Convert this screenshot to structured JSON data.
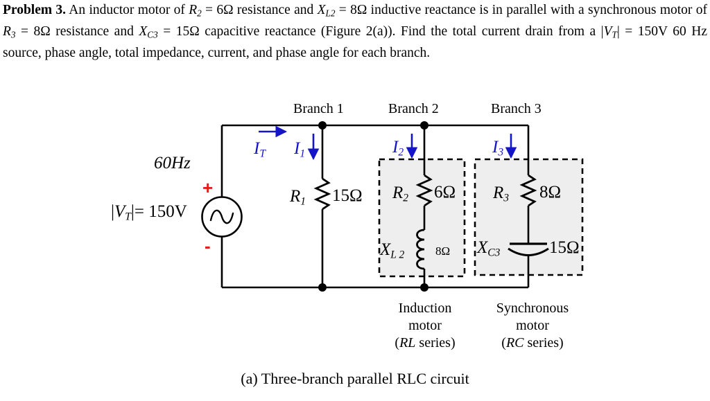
{
  "problem": {
    "lead": "Problem 3.",
    "text_parts": {
      "p1": " An inductor motor of ",
      "R2": "R",
      "R2_sub": "2",
      "p2": " = 6Ω resistance and ",
      "XL2": "X",
      "XL2_sub": "L2",
      "p3": " = 8Ω inductive reactance is in parallel with a synchronous motor of ",
      "R3": "R",
      "R3_sub": "3",
      "p4": " = 8Ω resistance and ",
      "XC3": "X",
      "XC3_sub": "C3",
      "p5": " = 15Ω capacitive reactance (Figure 2(a)). Find the total current drain from a |",
      "VT": "V",
      "VT_sub": "T",
      "p6": "| = 150V 60 Hz source, phase angle, total impedance, current, and phase angle for each branch."
    },
    "full_text": "Problem 3. An inductor motor of R2 = 6Ω resistance and XL2 = 8Ω inductive reactance is in parallel with a synchronous motor of R3 = 8Ω resistance and XC3 = 15Ω capacitive reactance (Figure 2(a)). Find the total current drain from a |VT| = 150V 60 Hz source, phase angle, total impedance, current, and phase angle for each branch."
  },
  "circuit": {
    "branch_labels": {
      "b1": "Branch 1",
      "b2": "Branch 2",
      "b3": "Branch 3"
    },
    "source": {
      "frequency": "60Hz",
      "voltage_prefix": "|",
      "voltage_symbol": "V",
      "voltage_sub": "T",
      "voltage_value": "|= 150V",
      "plus": "+",
      "minus": "-",
      "symbol_name": "ac-sine-source"
    },
    "currents": [
      {
        "symbol": "I",
        "sub": "T",
        "direction": "right"
      },
      {
        "symbol": "I",
        "sub": "1",
        "direction": "down"
      },
      {
        "symbol": "I",
        "sub": "2",
        "direction": "down"
      },
      {
        "symbol": "I",
        "sub": "3",
        "direction": "down"
      }
    ],
    "components": [
      {
        "id": "R1",
        "symbol": "R",
        "sub": "1",
        "value": "15Ω",
        "type": "resistor"
      },
      {
        "id": "R2",
        "symbol": "R",
        "sub": "2",
        "value": "6Ω",
        "type": "resistor"
      },
      {
        "id": "XL2",
        "symbol": "X",
        "sub": "L 2",
        "value": "8Ω",
        "type": "inductor"
      },
      {
        "id": "R3",
        "symbol": "R",
        "sub": "3",
        "value": "8Ω",
        "type": "resistor"
      },
      {
        "id": "XC3",
        "symbol": "X",
        "sub": "C3",
        "value": "15Ω",
        "type": "capacitor"
      }
    ],
    "motor_captions": [
      {
        "line1": "Induction",
        "line2": "motor",
        "line3_italic": "RL",
        "line3_rest": " series)"
      },
      {
        "line1": "Synchronous",
        "line2": "motor",
        "line3_italic": "RC",
        "line3_rest": " series)"
      }
    ],
    "figure_caption": "(a)  Three-branch parallel RLC circuit",
    "colors": {
      "wire": "#000000",
      "current_arrow": "#1414c8",
      "polarity": "#e02020",
      "dashed_box_fill": "#eeeeee",
      "dashed_box_stroke": "#000000"
    }
  }
}
